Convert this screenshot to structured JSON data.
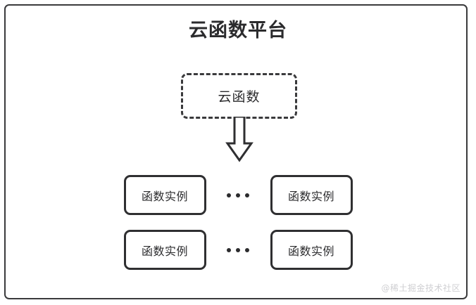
{
  "diagram": {
    "title": "云函数平台",
    "cloud_function": {
      "label": "云函数",
      "border_style": "dashed"
    },
    "arrow": {
      "icon": "down-block-arrow-icon",
      "direction": "down"
    },
    "rows": [
      {
        "left_instance": "函数实例",
        "ellipsis": "···",
        "right_instance": "函数实例"
      },
      {
        "left_instance": "函数实例",
        "ellipsis": "···",
        "right_instance": "函数实例"
      }
    ],
    "watermark": "@稀土掘金技术社区",
    "colors": {
      "stroke": "#2f2f31",
      "frame_stroke": "#3a3a3c",
      "text": "#2b2b2d",
      "background": "#ffffff",
      "watermark": "#cfcfd2"
    }
  }
}
